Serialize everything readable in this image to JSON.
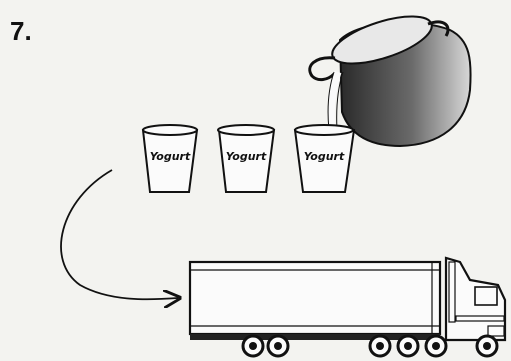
{
  "step_number": "7.",
  "cups": [
    {
      "label": "Yogurt"
    },
    {
      "label": "Yogurt"
    },
    {
      "label": "Yogurt"
    }
  ],
  "colors": {
    "ink": "#111111",
    "paper": "#f3f3f0",
    "pot_dark": "#3a3a3a",
    "pot_light": "#d0d0d0"
  }
}
